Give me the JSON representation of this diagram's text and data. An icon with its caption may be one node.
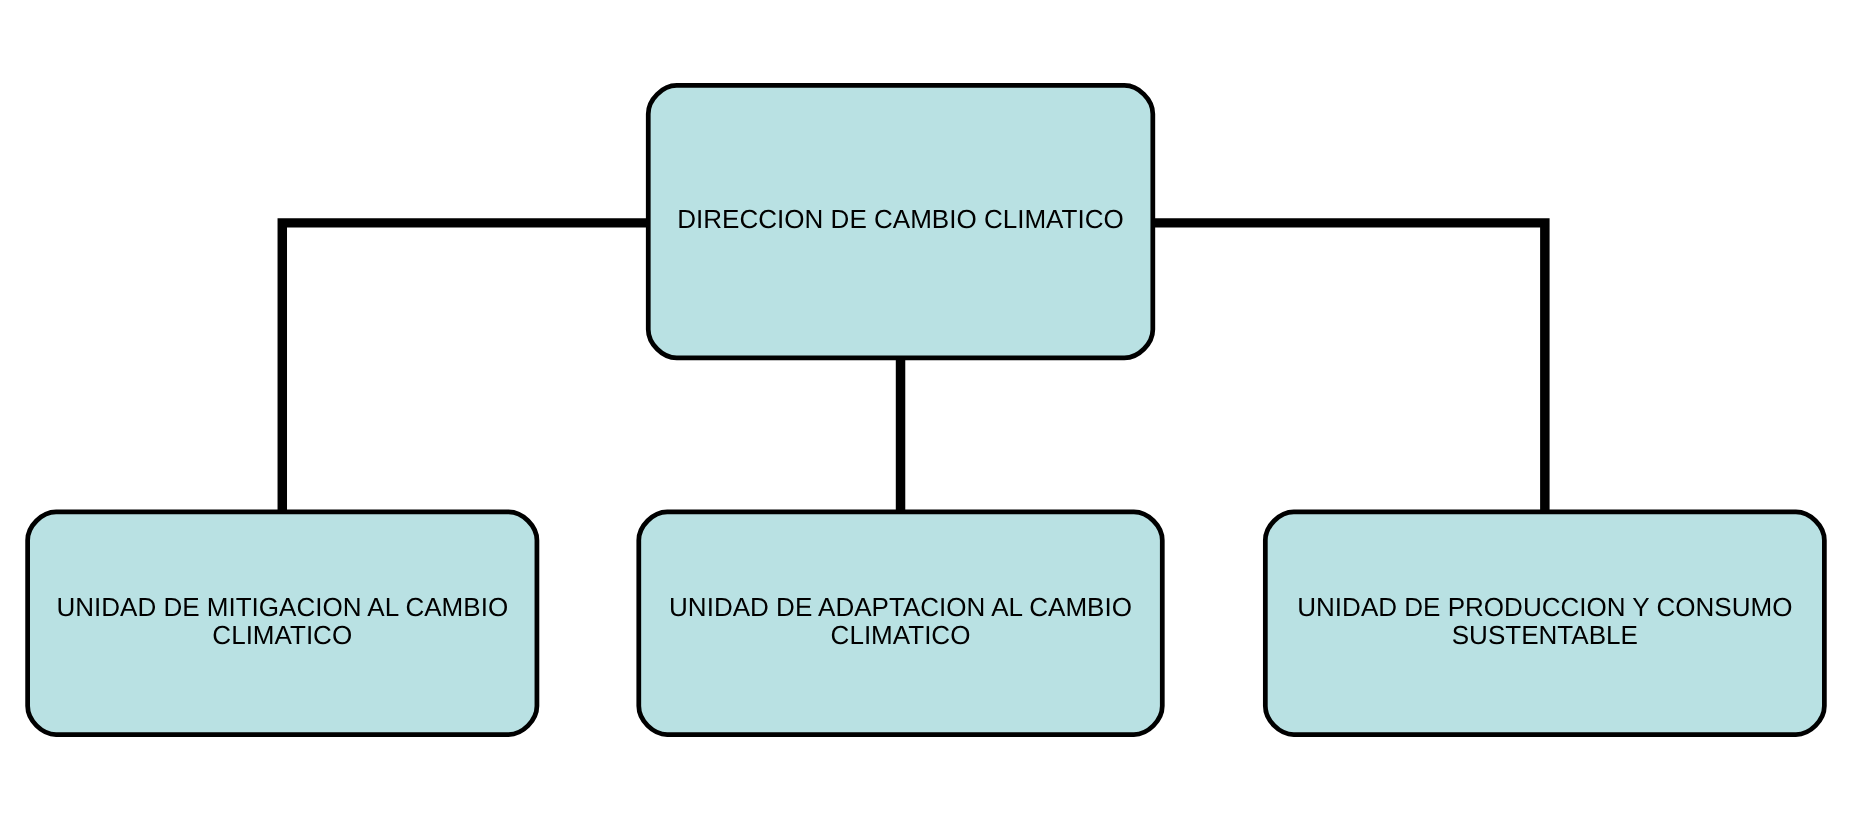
{
  "diagram": {
    "nodes": [
      {
        "text": [
          "DIRECCION DE CAMBIO CLIMATICO"
        ]
      },
      {
        "text": [
          "UNIDAD DE MITIGACION AL CAMBIO CLIMATICO"
        ]
      },
      {
        "text": [
          "UNIDAD DE ADAPTACION AL CAMBIO CLIMATICO"
        ]
      },
      {
        "text": [
          "UNIDAD DE PRODUCCION Y CONSUMO SUSTENTABLE"
        ]
      }
    ],
    "edges": [
      {
        "from": 0,
        "to": 1,
        "arrow": "none"
      },
      {
        "from": 0,
        "to": 2,
        "arrow": "none"
      },
      {
        "from": 0,
        "to": 3,
        "arrow": "none"
      }
    ]
  }
}
